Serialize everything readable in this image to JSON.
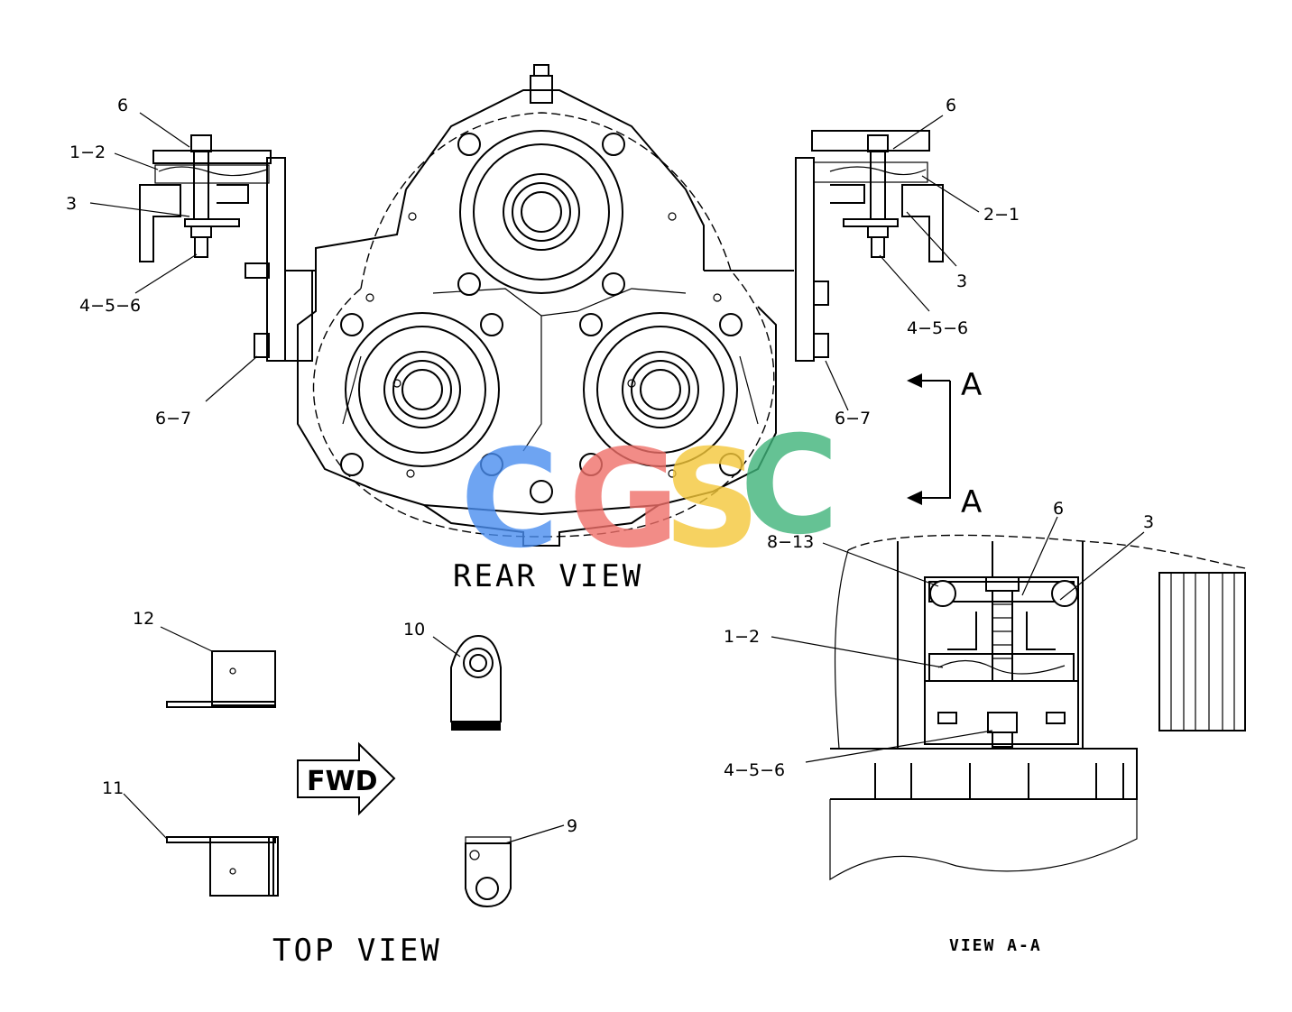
{
  "views": {
    "rear": "REAR VIEW",
    "top": "TOP VIEW",
    "section": "VIEW A-A"
  },
  "section_marker": {
    "top_letter": "A",
    "bottom_letter": "A"
  },
  "fwd_label": "FWD",
  "callouts": {
    "rear_left_6": "6",
    "rear_left_1_2": "1−2",
    "rear_left_3": "3",
    "rear_left_4_5_6": "4−5−6",
    "rear_left_6_7": "6−7",
    "rear_right_6": "6",
    "rear_right_2_1": "2−1",
    "rear_right_3": "3",
    "rear_right_4_5_6": "4−5−6",
    "rear_right_6_7": "6−7",
    "top_12": "12",
    "top_10": "10",
    "top_11": "11",
    "top_9": "9",
    "aa_8_13": "8−13",
    "aa_6": "6",
    "aa_3": "3",
    "aa_1_2": "1−2",
    "aa_4_5_6": "4−5−6"
  },
  "watermark": {
    "letters": [
      "C",
      "G",
      "S",
      "C"
    ],
    "colors": [
      "#4a8ef0",
      "#f0706a",
      "#f5c83a",
      "#3fb37a"
    ]
  }
}
